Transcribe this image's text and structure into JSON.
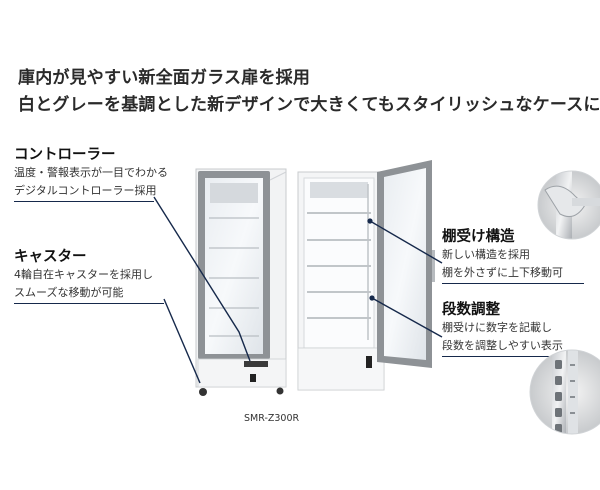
{
  "headline": {
    "line1": "庫内が見やすい新全面ガラス扉を採用",
    "line2": "白とグレーを基調とした新デザインで大きくてもスタイリッシュなケースに"
  },
  "features": {
    "controller": {
      "title": "コントローラー",
      "lines": [
        "温度・警報表示が一目でわかる",
        "デジタルコントローラー採用"
      ]
    },
    "caster": {
      "title": "キャスター",
      "lines": [
        "4輪自在キャスターを採用し",
        "スムーズな移動が可能"
      ]
    },
    "shelf_support": {
      "title": "棚受け構造",
      "lines": [
        "新しい構造を採用",
        "棚を外さずに上下移動可"
      ]
    },
    "shelf_adjust": {
      "title": "段数調整",
      "lines": [
        "棚受けに数字を記載し",
        "段数を調整しやすい表示"
      ]
    }
  },
  "model": "SMR-Z300R",
  "colors": {
    "accent_line": "#16294b",
    "frame_gray": "#8e9296",
    "body_white": "#f4f5f6"
  }
}
